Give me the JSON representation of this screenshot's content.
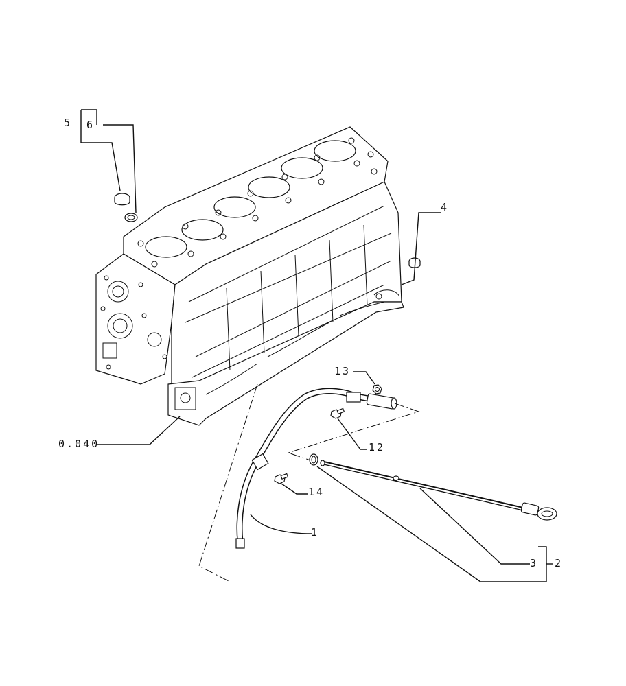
{
  "callouts": {
    "label_5": "5",
    "label_6": "6",
    "label_4": "4",
    "label_13": "13",
    "label_12": "12",
    "label_0040": "0.040",
    "label_14": "14",
    "label_1": "1",
    "label_3": "3",
    "label_2": "2"
  }
}
